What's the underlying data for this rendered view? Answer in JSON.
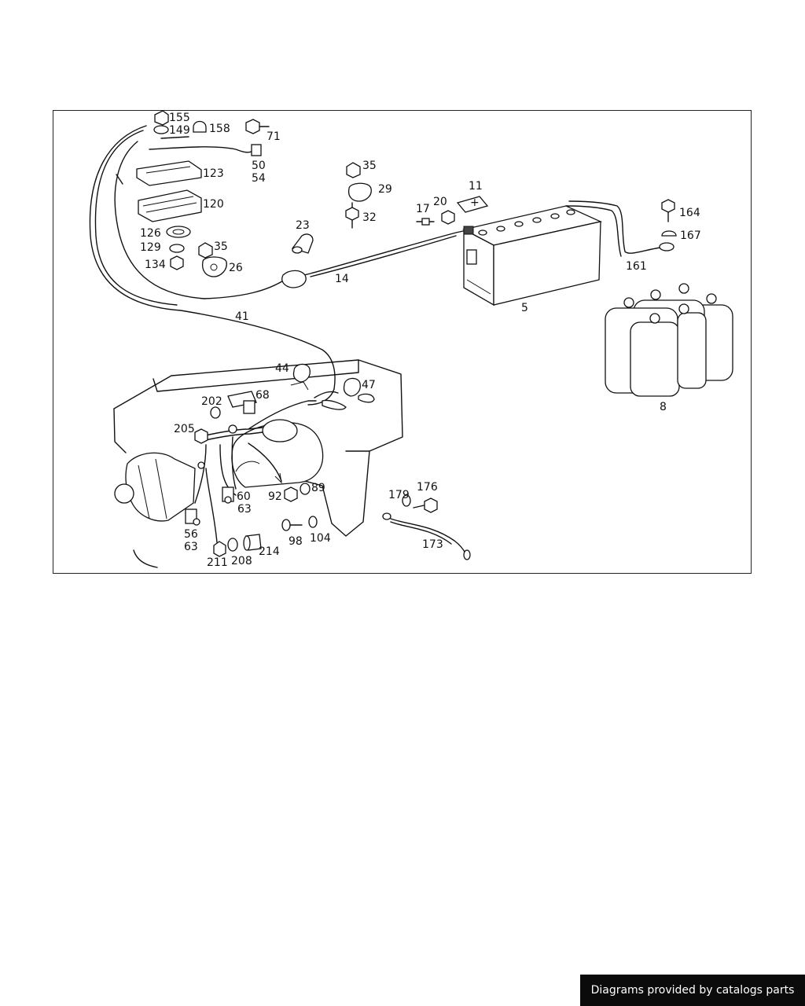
{
  "diagram": {
    "callouts": {
      "c155": "155",
      "c149": "149",
      "c158": "158",
      "c71": "71",
      "c50": "50",
      "c54": "54",
      "c123": "123",
      "c120": "120",
      "c126": "126",
      "c129": "129",
      "c134": "134",
      "c35a": "35",
      "c26": "26",
      "c35b": "35",
      "c29": "29",
      "c32": "32",
      "c23": "23",
      "c17": "17",
      "c20": "20",
      "c11": "11",
      "c14": "14",
      "c5": "5",
      "c164": "164",
      "c167": "167",
      "c161": "161",
      "c41": "41",
      "c8": "8",
      "c44": "44",
      "c47": "47",
      "c202": "202",
      "c68": "68",
      "c205": "205",
      "c60": "60",
      "c63a": "63",
      "c92": "92",
      "c89": "89",
      "c56": "56",
      "c63b": "63",
      "c98": "98",
      "c104": "104",
      "c211": "211",
      "c208": "208",
      "c214": "214",
      "c179": "179",
      "c176": "176",
      "c173": "173"
    },
    "battery_plus_symbol": "+"
  },
  "footer": {
    "watermark": "Diagrams provided by catalogs parts"
  }
}
